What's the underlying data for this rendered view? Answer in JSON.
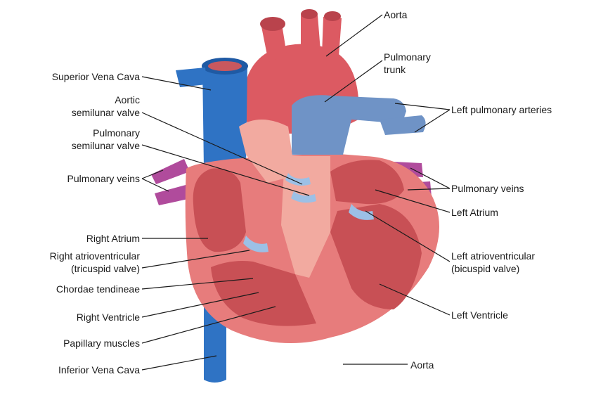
{
  "labels": {
    "superior_vena_cava": "Superior Vena Cava",
    "aortic_valve_1": "Aortic",
    "aortic_valve_2": "semilunar valve",
    "pulmonary_valve_1": "Pulmonary",
    "pulmonary_valve_2": "semilunar valve",
    "pulmonary_veins_left": "Pulmonary veins",
    "right_atrium": "Right Atrium",
    "right_av_valve_1": "Right atrioventricular",
    "right_av_valve_2": "(tricuspid valve)",
    "chordae_tendineae": "Chordae tendineae",
    "right_ventricle": "Right Ventricle",
    "papillary_muscles": "Papillary muscles",
    "inferior_vena_cava": "Inferior Vena Cava",
    "aorta_top": "Aorta",
    "pulmonary_trunk_1": "Pulmonary",
    "pulmonary_trunk_2": "trunk",
    "left_pulmonary_arteries": "Left pulmonary arteries",
    "pulmonary_veins_right": "Pulmonary veins",
    "left_atrium": "Left Atrium",
    "left_av_valve_1": "Left atrioventricular",
    "left_av_valve_2": "(bicuspid valve)",
    "left_ventricle": "Left Ventricle",
    "aorta_bottom": "Aorta"
  },
  "colors": {
    "aorta": "#dc5a62",
    "heart_wall": "#e77c7c",
    "heart_light": "#f2aaa0",
    "chamber": "#c85055",
    "vein_blue": "#2f73c4",
    "pulm_artery": "#6f93c6",
    "pulm_vein": "#b04b9c",
    "valve": "#9cc0e6",
    "leader": "#1a1a1a"
  }
}
